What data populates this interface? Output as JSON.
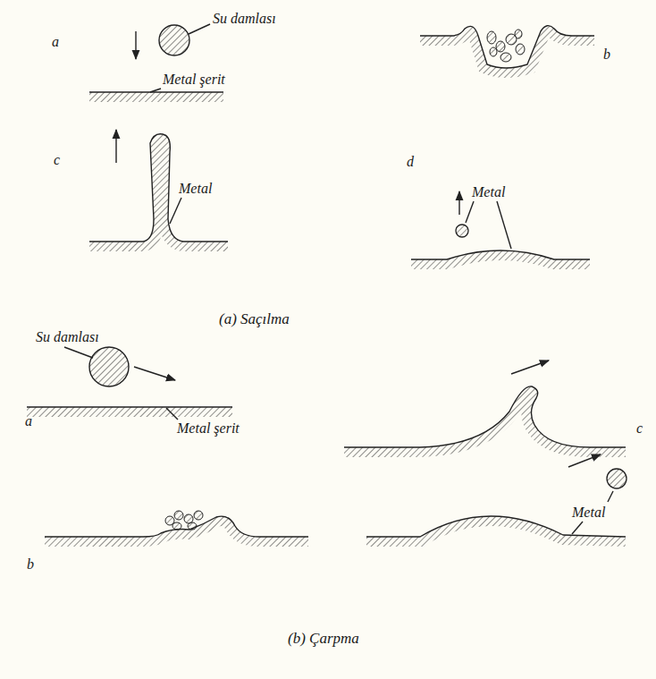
{
  "diagram": {
    "labels": [
      "Su damlası",
      "a",
      "b",
      "Metal şerit",
      "c",
      "d",
      "Metal",
      "Metal",
      "(a) Saçılma",
      "Su damlası",
      "a",
      "Metal şerit",
      "c",
      "b",
      "Metal",
      "(b) Çarpma"
    ]
  }
}
